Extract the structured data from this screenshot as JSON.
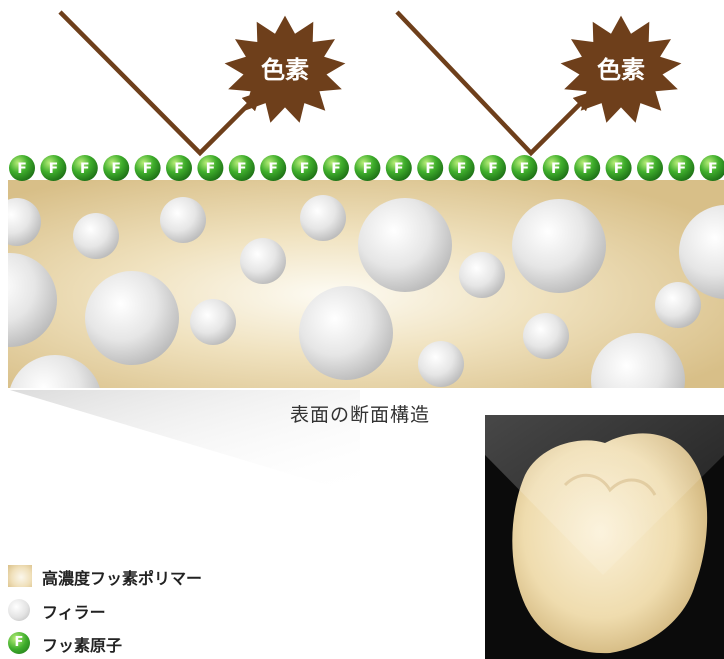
{
  "burst_labels": [
    "色素",
    "色素"
  ],
  "fluorine_symbol": "F",
  "caption": "表面の断面構造",
  "legend": [
    {
      "label": "高濃度フッ素ポリマー",
      "swatch": "polymer"
    },
    {
      "label": "フィラー",
      "swatch": "filler"
    },
    {
      "label": "フッ素原子",
      "swatch": "fluorine"
    }
  ],
  "colors": {
    "arrow": "#6e3f1b",
    "burst": "#6e3f1b",
    "polymer_light": "#fbf6ea",
    "polymer_dark": "#dcc38e",
    "fluorine_green": "#2f9a27",
    "filler": "#d9d9d9"
  }
}
